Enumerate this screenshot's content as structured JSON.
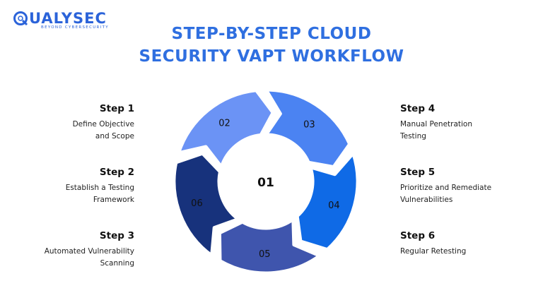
{
  "brand": {
    "name": "UALYSEC",
    "tagline": "BEYOND CYBERSECURITY"
  },
  "title": {
    "line1": "STEP-BY-STEP CLOUD",
    "line2": "SECURITY VAPT WORKFLOW"
  },
  "steps_left": [
    {
      "label": "Step 1",
      "desc1": "Define Objective",
      "desc2": "and Scope"
    },
    {
      "label": "Step 2",
      "desc1": "Establish a Testing",
      "desc2": "Framework"
    },
    {
      "label": "Step 3",
      "desc1": "Automated Vulnerability",
      "desc2": "Scanning"
    }
  ],
  "steps_right": [
    {
      "label": "Step 4",
      "desc1": "Manual Penetration",
      "desc2": "Testing"
    },
    {
      "label": "Step 5",
      "desc1": "Prioritize and Remediate",
      "desc2": "Vulnerabilities"
    },
    {
      "label": "Step 6",
      "desc1": "Regular Retesting",
      "desc2": ""
    }
  ],
  "cycle": {
    "center": "01",
    "segments": [
      {
        "label": "02",
        "color": "#6b93f5"
      },
      {
        "label": "03",
        "color": "#4b83f2"
      },
      {
        "label": "04",
        "color": "#0f6ae6"
      },
      {
        "label": "05",
        "color": "#3f55ad"
      },
      {
        "label": "06",
        "color": "#17327c"
      }
    ]
  }
}
